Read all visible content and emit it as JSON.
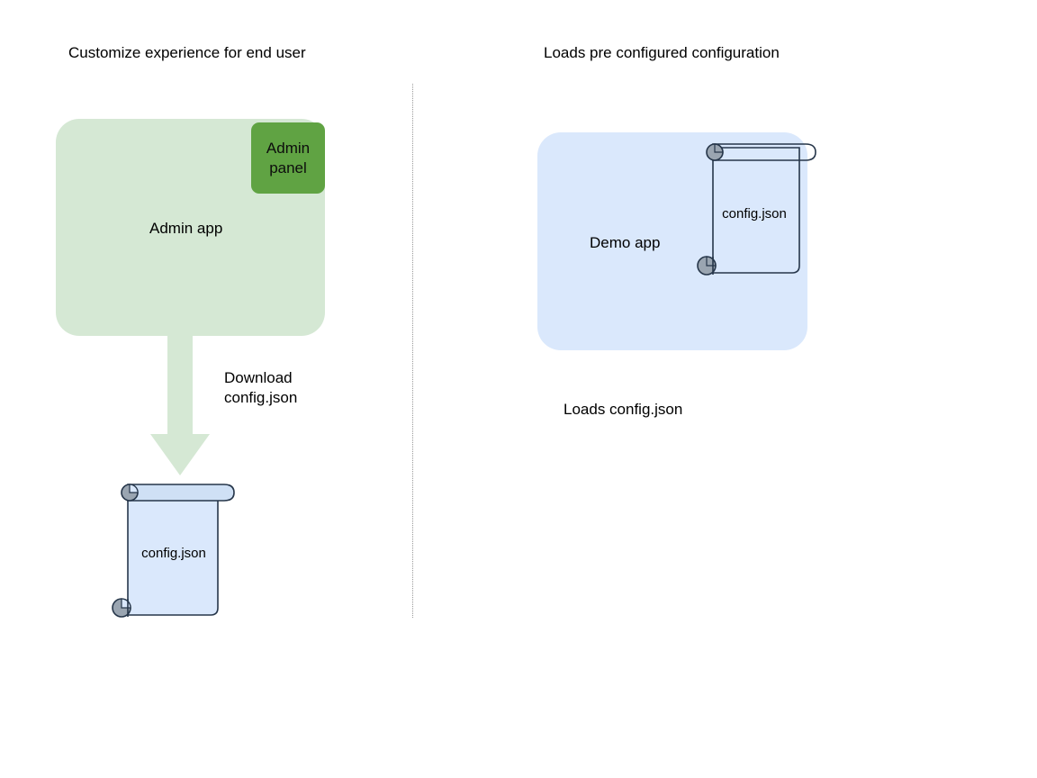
{
  "diagram": {
    "background_color": "#ffffff",
    "columns": [
      {
        "title": "Customize experience for end user",
        "app": {
          "label": "Admin app",
          "fill": "#d5e8d4",
          "chip": {
            "label": "Admin\npanel",
            "fill": "#60a343"
          }
        },
        "arrow": {
          "label": "Download\nconfig.json",
          "fill": "#d5e8d4",
          "direction": "down"
        },
        "document": {
          "label": "config.json",
          "fill": "#dae8fc",
          "stroke": "#26364a",
          "curl_fill": "#9aa5b1"
        }
      },
      {
        "title": "Loads pre configured configuration",
        "app": {
          "label": "Demo app",
          "fill": "#dae8fc"
        },
        "document": {
          "label": "config.json",
          "fill": "none",
          "stroke": "#26364a",
          "curl_fill": "#9aa5b1"
        },
        "caption": "Loads config.json"
      }
    ],
    "divider": {
      "style": "dotted",
      "color": "#9a9a9a"
    }
  }
}
